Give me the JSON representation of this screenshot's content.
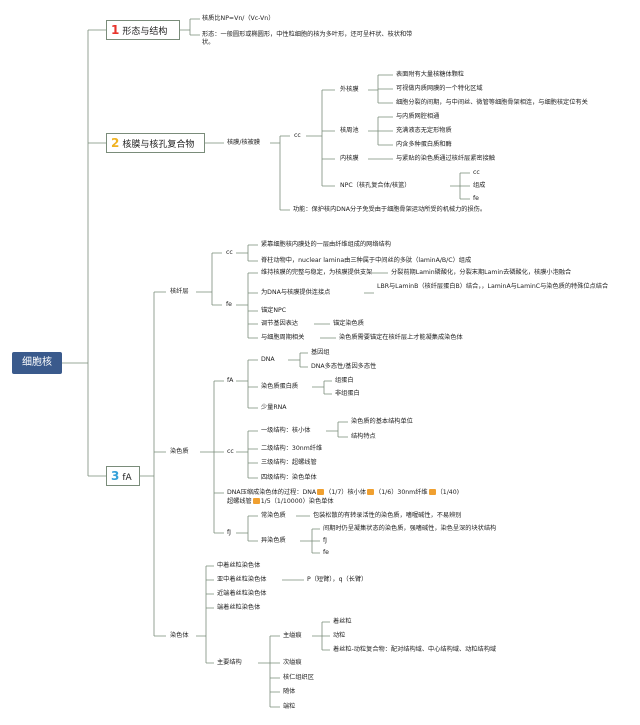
{
  "root": "细胞核",
  "colors": {
    "root_bg": "#3a5a8c",
    "line": "#7a8c7a",
    "s1": "#e8342c",
    "s2": "#f0b323",
    "s3": "#35a0d8",
    "tag": "#f0a030"
  },
  "s1": {
    "num": "1",
    "label": "形态与结构",
    "items": [
      "核质比NP=Vn/（Vc-Vn）",
      "形态：一般圆形或椭圆形，中性粒细胞的核为多叶形，还可呈杆状、枝状和带",
      "状。"
    ]
  },
  "s2": {
    "num": "2",
    "label": "核膜与核孔复合物",
    "n1": "核膜/核被膜",
    "cc": "cc",
    "outer": {
      "label": "外核膜",
      "items": [
        "表面附有大量核糖体颗粒",
        "可视做内质网膜的一个特化区域",
        "细胞分裂的间期，与中间丝、微管等细胞骨架相连，与细胞核定位有关"
      ]
    },
    "space": {
      "label": "核周池",
      "items": [
        "与内质网腔相通",
        "充满液态无定形物质",
        "内含多种蛋白质和酶"
      ]
    },
    "inner": {
      "label": "内核膜",
      "items": [
        "与紧贴的染色质通过核纤层紧密接触"
      ]
    },
    "npc": {
      "label": "NPC（核孔复合体/核篮）",
      "items": [
        "cc",
        "组成",
        "fe"
      ]
    },
    "func": "功能：保护核内DNA分子免受由于细胞骨架运动所受的机械力的损伤。"
  },
  "s3": {
    "num": "3",
    "label": "fA",
    "lamina": {
      "label": "核纤层",
      "cc": {
        "label": "cc",
        "items": [
          "紧靠细胞核内膜处的一层由纤维组成的网络结构",
          "脊柱动物中，nuclear lamina由三种属于中间丝的多肽（laminA/B/C）组成"
        ]
      },
      "fe": {
        "label": "fe",
        "r1": "维持核膜的完整与稳定，为核膜提供支架",
        "r1b": "分裂前期Lamin磷酸化，分裂末期Lamin去磷酸化，核膜小泡融合",
        "r2": "为DNA与核膜提供连接点",
        "r2b": "LBR与LaminB（核纤层蛋白B）结合，，LaminA与LaminC与染色质的特殊位点结合",
        "r3": "锚定NPC",
        "r4": "调节基因表达",
        "r4b": "锚定染色质",
        "r5": "与细胞周期相关",
        "r5b": "染色质需要锚定在核纤层上才能凝集成染色体"
      }
    },
    "chromatin": {
      "label": "染色质",
      "fA": {
        "label": "fA",
        "dna": "DNA",
        "dna_items": [
          "基因组",
          "DNA多态性/基因多态性"
        ],
        "protein": "染色质蛋白质",
        "protein_items": [
          "组蛋白",
          "非组蛋白"
        ],
        "rna": "少量RNA"
      },
      "cc": {
        "label": "cc",
        "l1": "一级结构：核小体",
        "l1_items": [
          "染色质的基本结构单位",
          "结构特点"
        ],
        "l2": "二级结构：30nm纤维",
        "l3": "三级结构：超螺线管",
        "l4": "四级结构：染色单体"
      },
      "compress_a": "DNA压缩成染色体的过程：DNA",
      "compress_b": "（1/7）核小体",
      "compress_c": "（1/6）30nm纤维",
      "compress_d": "（1/40)",
      "compress_e": "超螺线管",
      "compress_f": "1/5（1/10000）染色单体",
      "fJ": {
        "label": "fJ",
        "eu": "常染色质",
        "eu_desc": "包装松散的有转录活性的染色质，嗜喔碱性，不易辨别",
        "hetero": "异染色质",
        "hetero_items": [
          "间期时仍呈凝集状态的染色质，强嗜碱性，染色呈深的块状结构",
          "fJ",
          "fe"
        ]
      }
    },
    "chromosome": {
      "label": "染色体",
      "types": [
        "中着丝粒染色体",
        "亚中着丝粒染色体",
        "近端着丝粒染色体",
        "端着丝粒染色体"
      ],
      "arms": "P（短臂），q（长臂）",
      "main": "主要结构",
      "primary": "主缢痕",
      "primary_items": [
        "着丝粒",
        "动粒",
        "着丝粒-动粒复合物：配对结构域、中心结构域、动粒结构域"
      ],
      "others": [
        "次缢痕",
        "核仁组织区",
        "随体",
        "端粒"
      ]
    }
  }
}
